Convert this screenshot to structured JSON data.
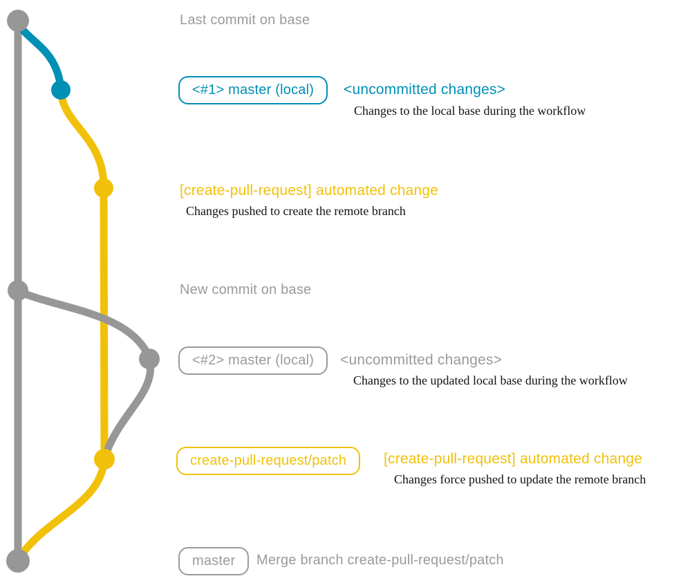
{
  "colors": {
    "base_gray": "#979797",
    "local_teal": "#008fb5",
    "patch_yellow": "#f1c109",
    "note_black": "#111111"
  },
  "graph": {
    "branches": [
      {
        "name": "base",
        "color": "#979797"
      },
      {
        "name": "master (local)",
        "color": "#008fb5"
      },
      {
        "name": "create-pull-request/patch",
        "color": "#f1c109"
      }
    ],
    "commit_count": 7
  },
  "rows": {
    "r1": {
      "message": "Last commit on base"
    },
    "r2": {
      "badge": "<#1> master (local)",
      "title": "<uncommitted changes>",
      "note": "Changes to the local base during the workflow"
    },
    "r3": {
      "title": "[create-pull-request] automated change",
      "note": "Changes pushed to create the remote branch"
    },
    "r4": {
      "message": "New commit on base"
    },
    "r5": {
      "badge": "<#2> master (local)",
      "title": "<uncommitted changes>",
      "note": "Changes to the updated local base during the workflow"
    },
    "r6": {
      "badge": "create-pull-request/patch",
      "title": "[create-pull-request] automated change",
      "note": "Changes force pushed to update the remote branch"
    },
    "r7": {
      "badge": "master",
      "message": "Merge branch create-pull-request/patch"
    }
  }
}
